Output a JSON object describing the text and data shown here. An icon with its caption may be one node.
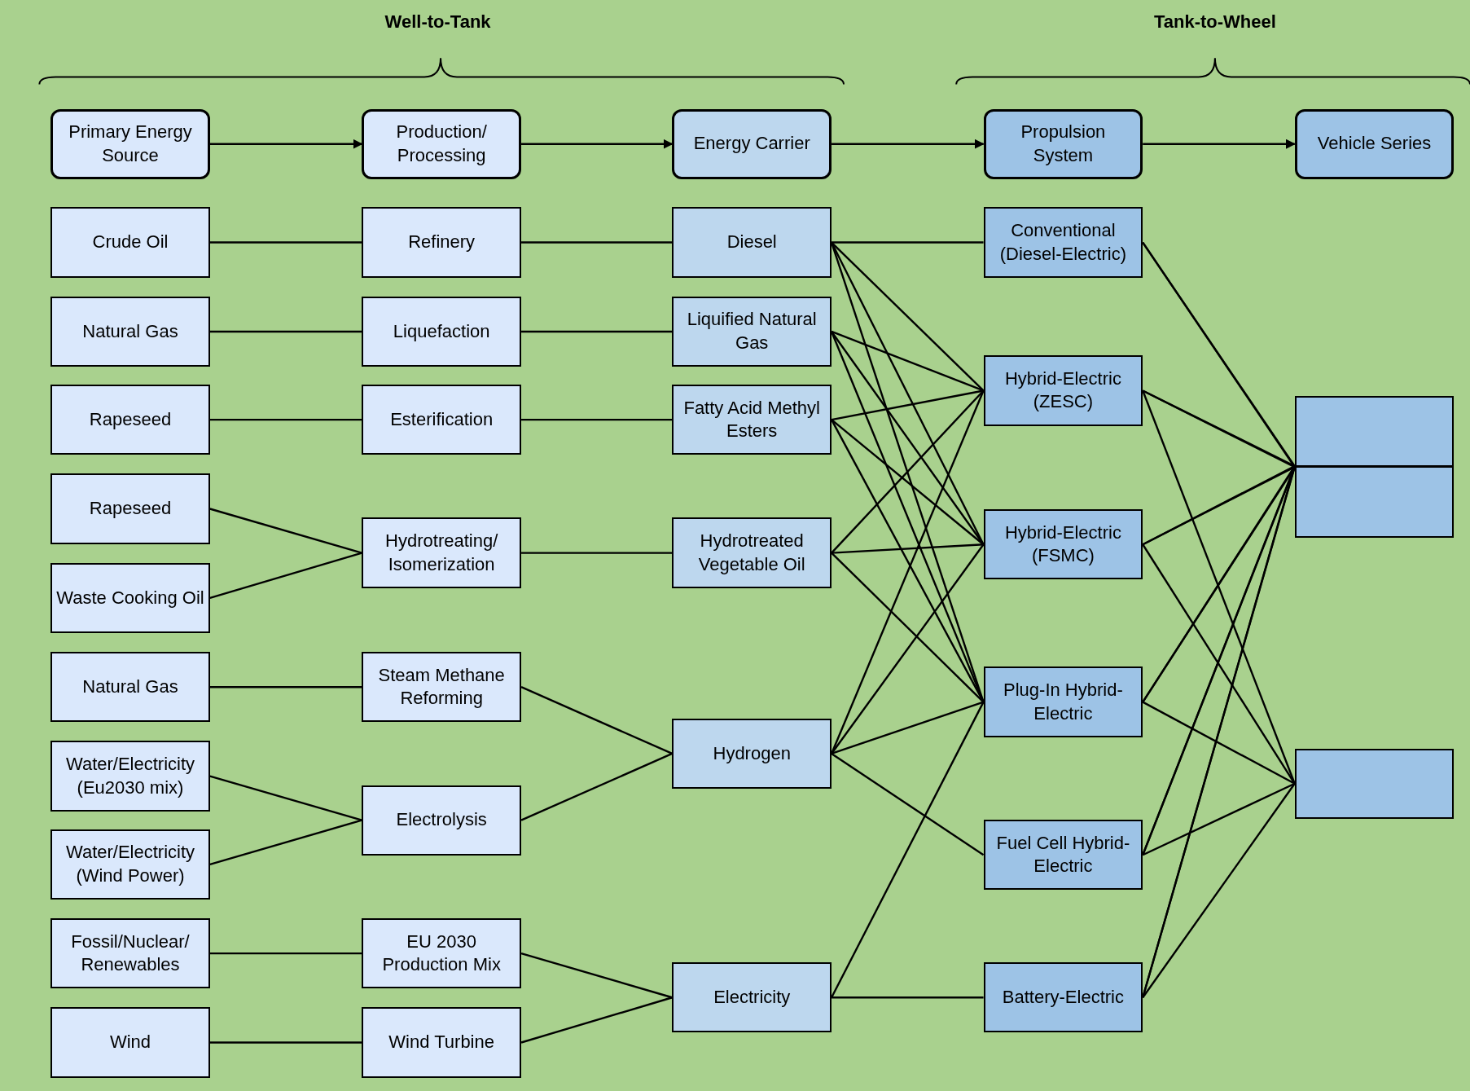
{
  "diagram": {
    "nodes": [
      {
        "text": [
          "Primary Energy Source"
        ]
      },
      {
        "text": [
          "Production/ Processing"
        ]
      },
      {
        "text": [
          "Energy Carrier"
        ]
      },
      {
        "text": [
          "Propulsion System"
        ]
      },
      {
        "text": [
          "Vehicle Series"
        ]
      },
      {
        "text": [
          "Crude Oil"
        ]
      },
      {
        "text": [
          "Natural Gas"
        ]
      },
      {
        "text": [
          "Rapeseed"
        ]
      },
      {
        "text": [
          "Rapeseed"
        ]
      },
      {
        "text": [
          "Waste Cooking Oil"
        ]
      },
      {
        "text": [
          "Natural Gas"
        ]
      },
      {
        "text": [
          "Water/Electricity (Eu2030 mix)"
        ]
      },
      {
        "text": [
          "Water/Electricity (Wind Power)"
        ]
      },
      {
        "text": [
          "Fossil/Nuclear/ Renewables"
        ]
      },
      {
        "text": [
          "Wind"
        ]
      },
      {
        "text": [
          "Refinery"
        ]
      },
      {
        "text": [
          "Liquefaction"
        ]
      },
      {
        "text": [
          "Esterification"
        ]
      },
      {
        "text": [
          "Hydrotreating/ Isomerization"
        ]
      },
      {
        "text": [
          "Steam Methane Reforming"
        ]
      },
      {
        "text": [
          "Electrolysis"
        ]
      },
      {
        "text": [
          "EU 2030 Production Mix"
        ]
      },
      {
        "text": [
          "Wind Turbine"
        ]
      },
      {
        "text": [
          "Diesel"
        ]
      },
      {
        "text": [
          "Liquified Natural Gas"
        ]
      },
      {
        "text": [
          "Fatty Acid Methyl Esters"
        ]
      },
      {
        "text": [
          "Hydrotreated Vegetable Oil"
        ]
      },
      {
        "text": [
          "Hydrogen"
        ]
      },
      {
        "text": [
          "Electricity"
        ]
      },
      {
        "text": [
          "Conventional (Diesel-Electric)"
        ]
      },
      {
        "text": [
          "Hybrid-Electric (ZESC)"
        ]
      },
      {
        "text": [
          "Hybrid-Electric (FSMC)"
        ]
      },
      {
        "text": [
          "Plug-In Hybrid-Electric"
        ]
      },
      {
        "text": [
          "Fuel Cell Hybrid-Electric"
        ]
      },
      {
        "text": [
          "Battery-Electric"
        ]
      },
      {
        "text": [],
        "shape": "box"
      },
      {
        "text": [],
        "shape": "box"
      },
      {
        "text": [],
        "shape": "box"
      }
    ],
    "edges": [
      {
        "from": 0,
        "to": 1,
        "arrow": "to"
      },
      {
        "from": 1,
        "to": 2,
        "arrow": "to"
      },
      {
        "from": 2,
        "to": 3,
        "arrow": "to"
      },
      {
        "from": 3,
        "to": 4,
        "arrow": "to"
      },
      {
        "from": 5,
        "to": 15,
        "arrow": "none"
      },
      {
        "from": 6,
        "to": 16,
        "arrow": "none"
      },
      {
        "from": 7,
        "to": 17,
        "arrow": "none"
      },
      {
        "from": 8,
        "to": 18,
        "arrow": "none"
      },
      {
        "from": 9,
        "to": 18,
        "arrow": "none"
      },
      {
        "from": 10,
        "to": 19,
        "arrow": "none"
      },
      {
        "from": 11,
        "to": 20,
        "arrow": "none"
      },
      {
        "from": 12,
        "to": 20,
        "arrow": "none"
      },
      {
        "from": 13,
        "to": 21,
        "arrow": "none"
      },
      {
        "from": 14,
        "to": 22,
        "arrow": "none"
      },
      {
        "from": 15,
        "to": 23,
        "arrow": "none"
      },
      {
        "from": 16,
        "to": 24,
        "arrow": "none"
      },
      {
        "from": 17,
        "to": 25,
        "arrow": "none"
      },
      {
        "from": 18,
        "to": 26,
        "arrow": "none"
      },
      {
        "from": 19,
        "to": 27,
        "arrow": "none"
      },
      {
        "from": 20,
        "to": 27,
        "arrow": "none"
      },
      {
        "from": 21,
        "to": 28,
        "arrow": "none"
      },
      {
        "from": 22,
        "to": 28,
        "arrow": "none"
      },
      {
        "from": 23,
        "to": 29,
        "arrow": "none"
      },
      {
        "from": 23,
        "to": 30,
        "arrow": "none"
      },
      {
        "from": 23,
        "to": 31,
        "arrow": "none"
      },
      {
        "from": 23,
        "to": 32,
        "arrow": "none"
      },
      {
        "from": 24,
        "to": 30,
        "arrow": "none"
      },
      {
        "from": 24,
        "to": 31,
        "arrow": "none"
      },
      {
        "from": 24,
        "to": 32,
        "arrow": "none"
      },
      {
        "from": 25,
        "to": 30,
        "arrow": "none"
      },
      {
        "from": 25,
        "to": 31,
        "arrow": "none"
      },
      {
        "from": 25,
        "to": 32,
        "arrow": "none"
      },
      {
        "from": 26,
        "to": 30,
        "arrow": "none"
      },
      {
        "from": 26,
        "to": 31,
        "arrow": "none"
      },
      {
        "from": 26,
        "to": 32,
        "arrow": "none"
      },
      {
        "from": 27,
        "to": 30,
        "arrow": "none"
      },
      {
        "from": 27,
        "to": 31,
        "arrow": "none"
      },
      {
        "from": 27,
        "to": 32,
        "arrow": "none"
      },
      {
        "from": 27,
        "to": 33,
        "arrow": "none"
      },
      {
        "from": 28,
        "to": 32,
        "arrow": "none"
      },
      {
        "from": 28,
        "to": 34,
        "arrow": "none"
      },
      {
        "from": 29,
        "to": 35,
        "arrow": "none"
      },
      {
        "from": 29,
        "to": 36,
        "arrow": "none"
      },
      {
        "from": 30,
        "to": 35,
        "arrow": "none"
      },
      {
        "from": 30,
        "to": 36,
        "arrow": "none"
      },
      {
        "from": 30,
        "to": 37,
        "arrow": "none"
      },
      {
        "from": 31,
        "to": 35,
        "arrow": "none"
      },
      {
        "from": 31,
        "to": 36,
        "arrow": "none"
      },
      {
        "from": 31,
        "to": 37,
        "arrow": "none"
      },
      {
        "from": 32,
        "to": 35,
        "arrow": "none"
      },
      {
        "from": 32,
        "to": 36,
        "arrow": "none"
      },
      {
        "from": 32,
        "to": 37,
        "arrow": "none"
      },
      {
        "from": 33,
        "to": 35,
        "arrow": "none"
      },
      {
        "from": 33,
        "to": 36,
        "arrow": "none"
      },
      {
        "from": 33,
        "to": 37,
        "arrow": "none"
      },
      {
        "from": 34,
        "to": 35,
        "arrow": "none"
      },
      {
        "from": 34,
        "to": 36,
        "arrow": "none"
      },
      {
        "from": 34,
        "to": 37,
        "arrow": "none"
      }
    ],
    "labels": [
      "Well-to-Tank",
      "Tank-to-Wheel"
    ]
  }
}
